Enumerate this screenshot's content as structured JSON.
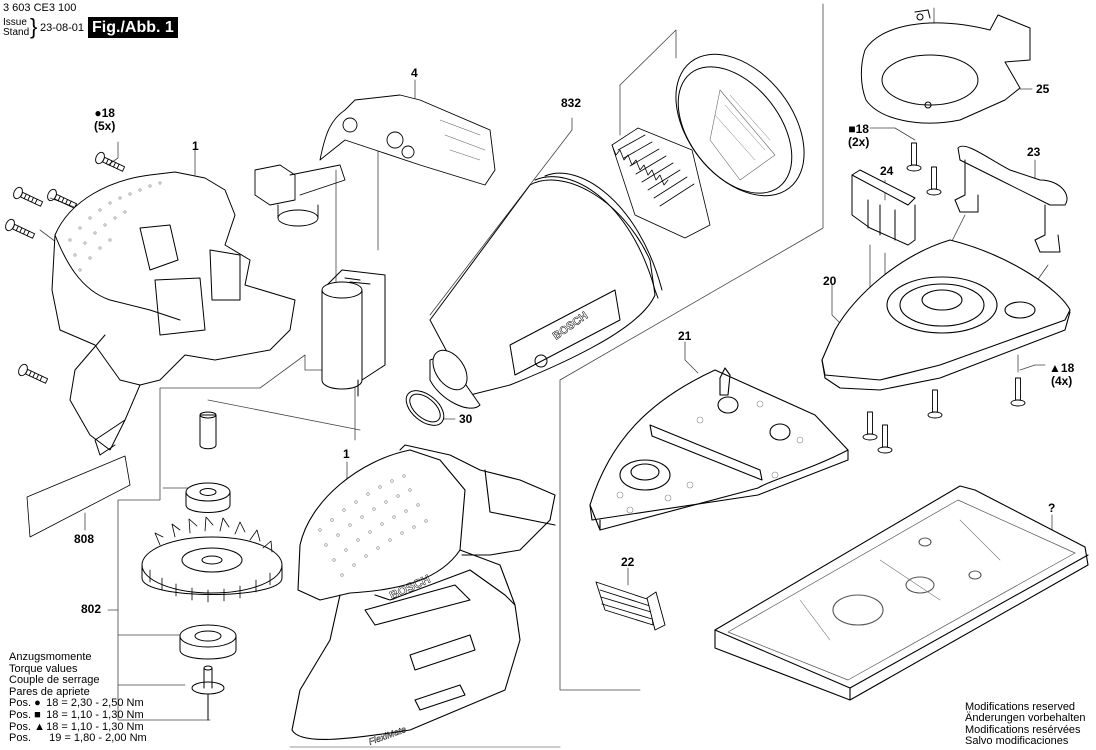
{
  "header": {
    "part_number": "3 603 CE3 100",
    "issue_label_1": "Issue",
    "issue_label_2": "Stand",
    "issue_date": "23-08-01",
    "figure_label": "Fig./Abb. 1"
  },
  "brand_text": {
    "body_logo": "BOSCH",
    "body_model": "FlexiMate",
    "filter_logo": "BOSCH"
  },
  "callouts": [
    {
      "id": "c18a",
      "symbol": "●",
      "text": "18",
      "qty": "(5x)"
    },
    {
      "id": "c1a",
      "text": "1"
    },
    {
      "id": "c4",
      "text": "4"
    },
    {
      "id": "c832",
      "text": "832"
    },
    {
      "id": "c25",
      "text": "25"
    },
    {
      "id": "c18b",
      "symbol": "■",
      "text": "18",
      "qty": "(2x)"
    },
    {
      "id": "c24",
      "text": "24"
    },
    {
      "id": "c23",
      "text": "23"
    },
    {
      "id": "c20",
      "text": "20"
    },
    {
      "id": "c18c",
      "symbol": "▲",
      "text": "18",
      "qty": "(4x)"
    },
    {
      "id": "c21",
      "text": "21"
    },
    {
      "id": "c30",
      "text": "30"
    },
    {
      "id": "c1b",
      "text": "1"
    },
    {
      "id": "c808",
      "text": "808"
    },
    {
      "id": "c802",
      "text": "802"
    },
    {
      "id": "c22",
      "text": "22"
    },
    {
      "id": "cq",
      "text": "?"
    }
  ],
  "torque": {
    "title_de": "Anzugsmomente",
    "title_en": "Torque values",
    "title_fr": "Couple de serrage",
    "title_es": "Pares de apriete",
    "rows": [
      {
        "prefix": "Pos.",
        "symbol": "●",
        "pos": "18",
        "value": "= 2,30 - 2,50 Nm"
      },
      {
        "prefix": "Pos.",
        "symbol": "■",
        "pos": "18",
        "value": "= 1,10 - 1,30 Nm"
      },
      {
        "prefix": "Pos.",
        "symbol": "▲",
        "pos": "18",
        "value": "= 1,10 - 1,30 Nm"
      },
      {
        "prefix": "Pos.",
        "symbol": "",
        "pos": "19",
        "value": "= 1,80 - 2,00 Nm"
      }
    ]
  },
  "modifications": {
    "en": "Modifications reserved",
    "de": "Änderungen vorbehalten",
    "fr": "Modifications resérvées",
    "es": "Salvo modificaciones"
  }
}
